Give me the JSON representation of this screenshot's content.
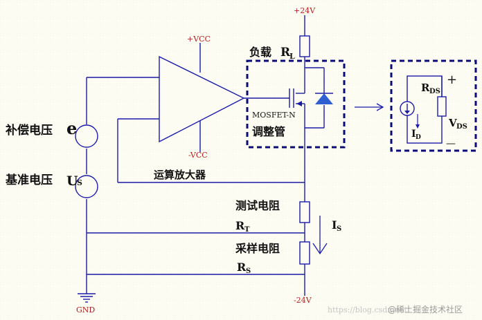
{
  "supply": {
    "top": "+24V",
    "bottom": "-24V",
    "opamp_pos": "+VCC",
    "opamp_neg": "-VCC",
    "gnd": "GND"
  },
  "labels": {
    "load": "负载",
    "load_sym": "R",
    "load_sub": "L",
    "mosfet": "MOSFET-N",
    "mosfet_role": "调整管",
    "opamp": "运算放大器",
    "comp": "补偿电压",
    "comp_sym": "e",
    "ref": "基准电压",
    "ref_sym": "U",
    "ref_sub": "S",
    "test_res": "测试电阻",
    "rt_sym": "R",
    "rt_sub": "T",
    "sample_res": "采样电阻",
    "rs_sym": "R",
    "rs_sub": "S",
    "is_sym": "I",
    "is_sub": "S"
  },
  "equivalent": {
    "rds_sym": "R",
    "rds_sub": "DS",
    "vds_sym": "V",
    "vds_sub": "DS",
    "id_sym": "I",
    "id_sub": "D",
    "plus": "+",
    "minus": "—"
  },
  "watermark": {
    "text1": "https://blog.csdn.net",
    "text2": "@稀土掘金技术社区"
  },
  "colors": {
    "wire": "#1a1aa8",
    "box": "#0a0a7a",
    "diode": "#2f5fd0",
    "supply_text": "#b02020",
    "grid": "#e6e6cc"
  }
}
